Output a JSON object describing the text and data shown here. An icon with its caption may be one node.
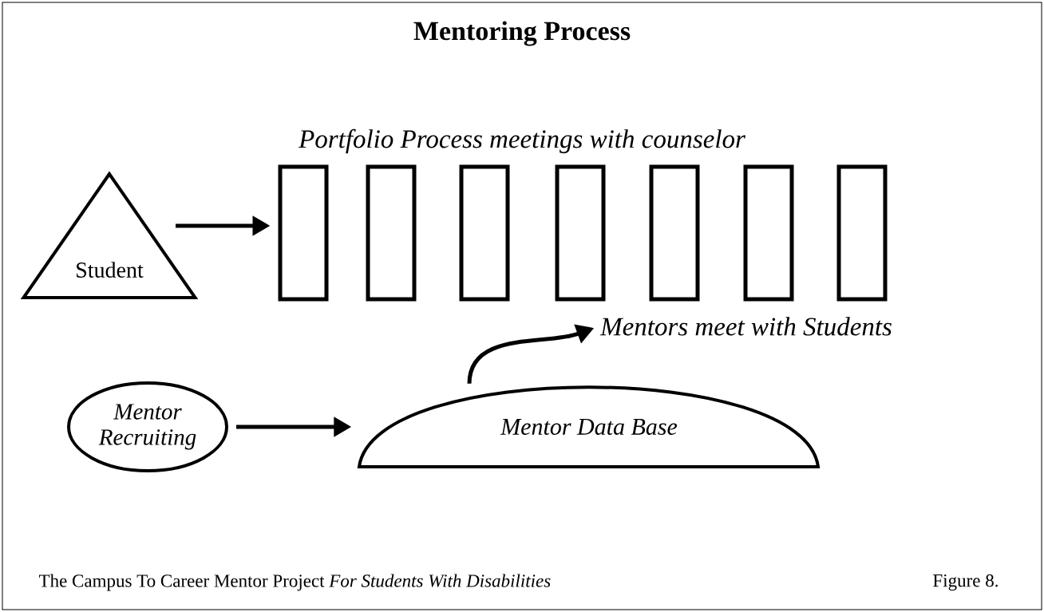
{
  "diagram": {
    "title": "Mentoring Process",
    "caption": "The Campus To Career Mentor Project *For Students With Disabilities*",
    "nodes": [
      {
        "text": [
          "Student"
        ]
      },
      {
        "text": [],
        "shape": "box"
      },
      {
        "text": [],
        "shape": "box"
      },
      {
        "text": [],
        "shape": "box"
      },
      {
        "text": [],
        "shape": "box"
      },
      {
        "text": [],
        "shape": "box"
      },
      {
        "text": [],
        "shape": "box"
      },
      {
        "text": [],
        "shape": "box"
      },
      {
        "text": [
          "Mentors meet with Students"
        ]
      },
      {
        "text": [
          "Mentor Recruiting"
        ]
      },
      {
        "text": [
          "Mentor Data Base"
        ]
      }
    ],
    "edges": [
      {
        "from": 0,
        "to": 1,
        "arrow": "to"
      },
      {
        "from": 9,
        "to": 10,
        "arrow": "to"
      },
      {
        "from": 10,
        "to": 8,
        "arrow": "to"
      }
    ],
    "labels": [
      "Portfolio Process meetings with counselor",
      "Figure 8."
    ]
  }
}
